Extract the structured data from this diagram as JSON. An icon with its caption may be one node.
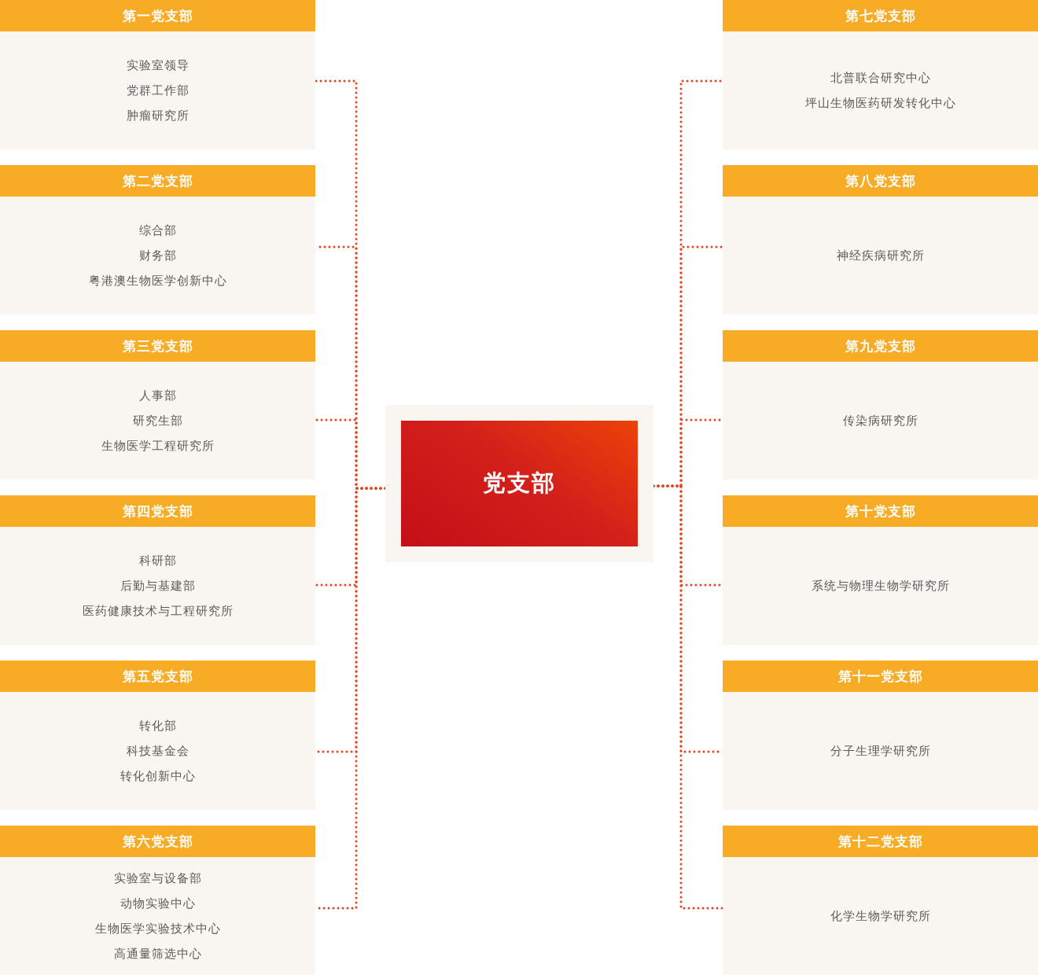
{
  "diagram": {
    "nodes": [
      {
        "text": [
          "党支部"
        ]
      },
      {
        "text": [
          "第一党支部",
          "实验室领导",
          "党群工作部",
          "肿瘤研究所"
        ]
      },
      {
        "text": [
          "第二党支部",
          "综合部",
          "财务部",
          "粤港澳生物医学创新中心"
        ]
      },
      {
        "text": [
          "第三党支部",
          "人事部",
          "研究生部",
          "生物医学工程研究所"
        ]
      },
      {
        "text": [
          "第四党支部",
          "科研部",
          "后勤与基建部",
          "医药健康技术与工程研究所"
        ]
      },
      {
        "text": [
          "第五党支部",
          "转化部",
          "科技基金会",
          "转化创新中心"
        ]
      },
      {
        "text": [
          "第六党支部",
          "实验室与设备部",
          "动物实验中心",
          "生物医学实验技术中心",
          "高通量筛选中心"
        ]
      },
      {
        "text": [
          "第七党支部",
          "北普联合研究中心",
          "坪山生物医药研发转化中心"
        ]
      },
      {
        "text": [
          "第八党支部",
          "神经疾病研究所"
        ]
      },
      {
        "text": [
          "第九党支部",
          "传染病研究所"
        ]
      },
      {
        "text": [
          "第十党支部",
          "系统与物理生物学研究所"
        ]
      },
      {
        "text": [
          "第十一党支部",
          "分子生理学研究所"
        ]
      },
      {
        "text": [
          "第十二党支部",
          "化学生物学研究所"
        ]
      }
    ],
    "edges": [
      {
        "from": 0,
        "to": 1,
        "arrow": "none"
      },
      {
        "from": 0,
        "to": 2,
        "arrow": "none"
      },
      {
        "from": 0,
        "to": 3,
        "arrow": "none"
      },
      {
        "from": 0,
        "to": 4,
        "arrow": "none"
      },
      {
        "from": 0,
        "to": 5,
        "arrow": "none"
      },
      {
        "from": 0,
        "to": 6,
        "arrow": "none"
      },
      {
        "from": 0,
        "to": 7,
        "arrow": "none"
      },
      {
        "from": 0,
        "to": 8,
        "arrow": "none"
      },
      {
        "from": 0,
        "to": 9,
        "arrow": "none"
      },
      {
        "from": 0,
        "to": 10,
        "arrow": "none"
      },
      {
        "from": 0,
        "to": 11,
        "arrow": "none"
      },
      {
        "from": 0,
        "to": 12,
        "arrow": "none"
      }
    ]
  }
}
